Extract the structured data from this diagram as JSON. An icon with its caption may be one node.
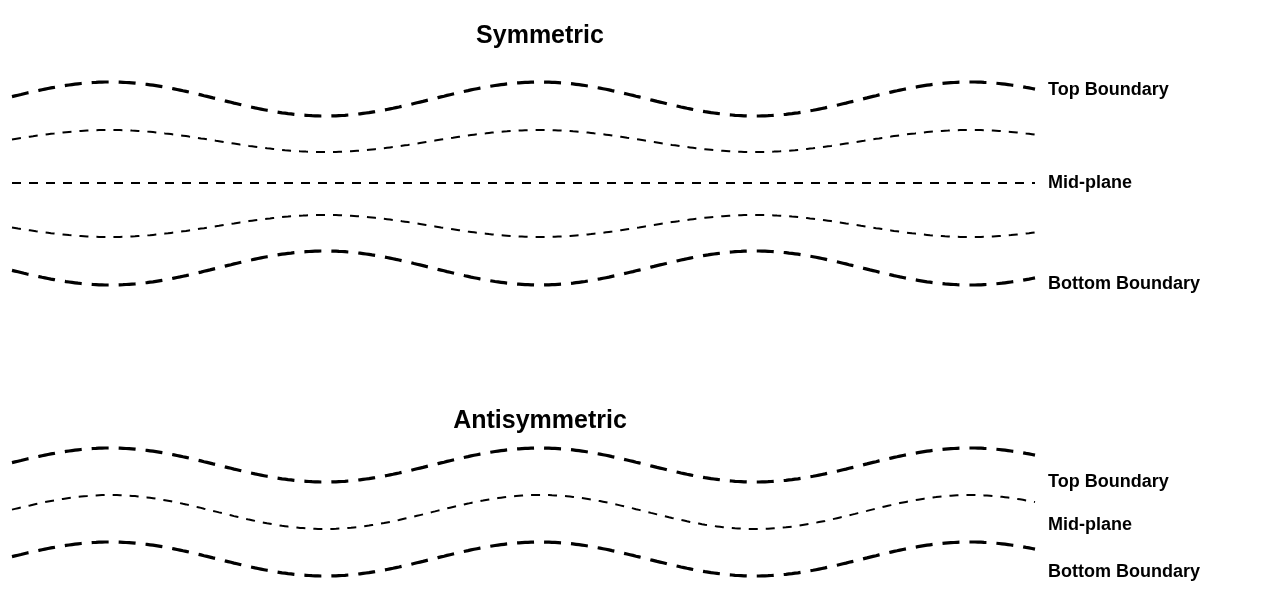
{
  "diagram": {
    "labels": [
      "Symmetric",
      "Top Boundary",
      "Mid-plane",
      "Bottom Boundary",
      "Antisymmetric",
      "Top Boundary",
      "Mid-plane",
      "Bottom Boundary"
    ]
  }
}
